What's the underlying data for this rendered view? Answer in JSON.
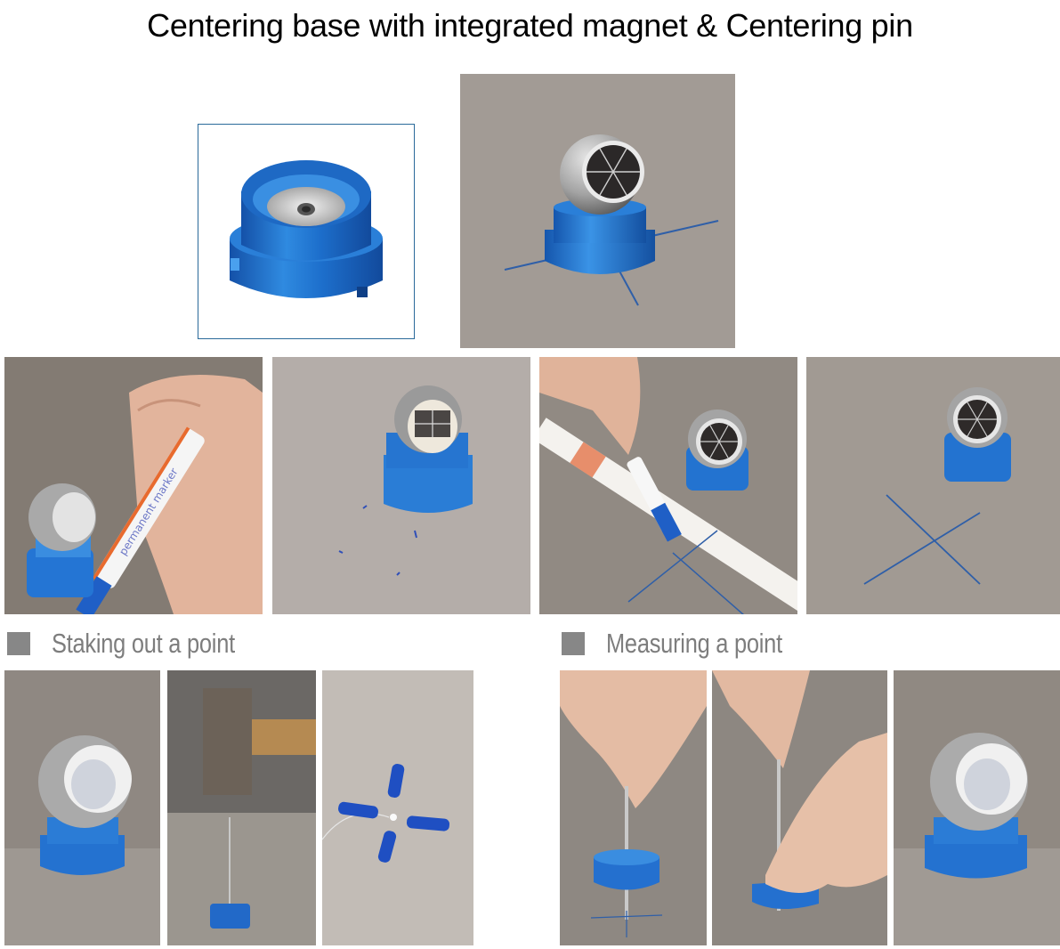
{
  "page": {
    "title": "Centering base with integrated magnet & Centering pin"
  },
  "colors": {
    "accent_blue": "#1f6fc8",
    "frame_blue": "#2a6a9a",
    "section_gray": "#878787",
    "floor_gray": "#9c948c"
  },
  "top_row": {
    "product_image": {
      "alt": "Blue centering base with integrated magnet (product shot)"
    },
    "hero_image": {
      "alt": "Prism ball mounted on centering base over blue cross marks"
    }
  },
  "middle_row": [
    {
      "alt": "Marking the base position with a permanent marker",
      "marker_text": "permanent marker"
    },
    {
      "alt": "Centering base with prism, marker ticks on floor"
    },
    {
      "alt": "Drawing cross lines with a folding ruler and marker"
    },
    {
      "alt": "Centering base beside the drawn cross mark"
    }
  ],
  "sections": [
    {
      "label": "Staking out a point",
      "images": [
        {
          "alt": "Prism ball on centering base"
        },
        {
          "alt": "Hammer driving the centering pin"
        },
        {
          "alt": "Punched point with blue cross marks"
        }
      ]
    },
    {
      "label": "Measuring a point",
      "images": [
        {
          "alt": "Placing centering pin into base over cross mark"
        },
        {
          "alt": "Pressing base down while holding pin"
        },
        {
          "alt": "Prism ball placed on centering base"
        }
      ]
    }
  ]
}
